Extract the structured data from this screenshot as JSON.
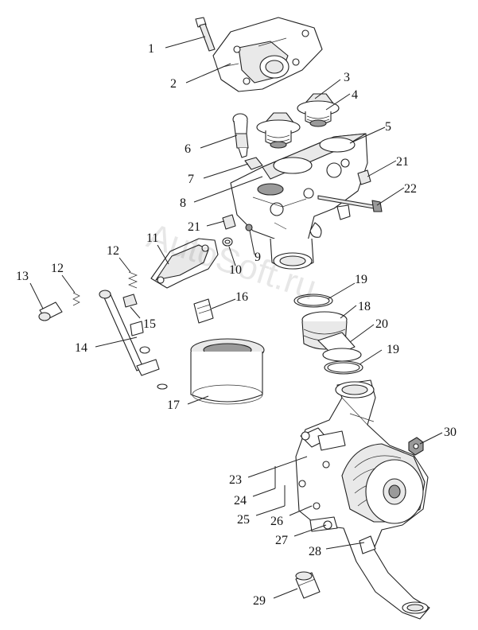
{
  "watermark": "AutoSoft.ru",
  "callouts": [
    {
      "id": "1",
      "text": "1"
    },
    {
      "id": "2",
      "text": "2"
    },
    {
      "id": "3",
      "text": "3"
    },
    {
      "id": "4",
      "text": "4"
    },
    {
      "id": "5",
      "text": "5"
    },
    {
      "id": "6",
      "text": "6"
    },
    {
      "id": "7",
      "text": "7"
    },
    {
      "id": "8",
      "text": "8"
    },
    {
      "id": "9",
      "text": "9"
    },
    {
      "id": "10",
      "text": "10"
    },
    {
      "id": "11",
      "text": "11"
    },
    {
      "id": "12a",
      "text": "12"
    },
    {
      "id": "12b",
      "text": "12"
    },
    {
      "id": "13",
      "text": "13"
    },
    {
      "id": "14",
      "text": "14"
    },
    {
      "id": "15",
      "text": "15"
    },
    {
      "id": "16",
      "text": "16"
    },
    {
      "id": "17",
      "text": "17"
    },
    {
      "id": "18",
      "text": "18"
    },
    {
      "id": "19a",
      "text": "19"
    },
    {
      "id": "19b",
      "text": "19"
    },
    {
      "id": "20",
      "text": "20"
    },
    {
      "id": "21a",
      "text": "21"
    },
    {
      "id": "21b",
      "text": "21"
    },
    {
      "id": "22",
      "text": "22"
    },
    {
      "id": "23",
      "text": "23"
    },
    {
      "id": "24",
      "text": "24"
    },
    {
      "id": "25",
      "text": "25"
    },
    {
      "id": "26",
      "text": "26"
    },
    {
      "id": "27",
      "text": "27"
    },
    {
      "id": "28",
      "text": "28"
    },
    {
      "id": "29",
      "text": "29"
    },
    {
      "id": "30",
      "text": "30"
    }
  ]
}
